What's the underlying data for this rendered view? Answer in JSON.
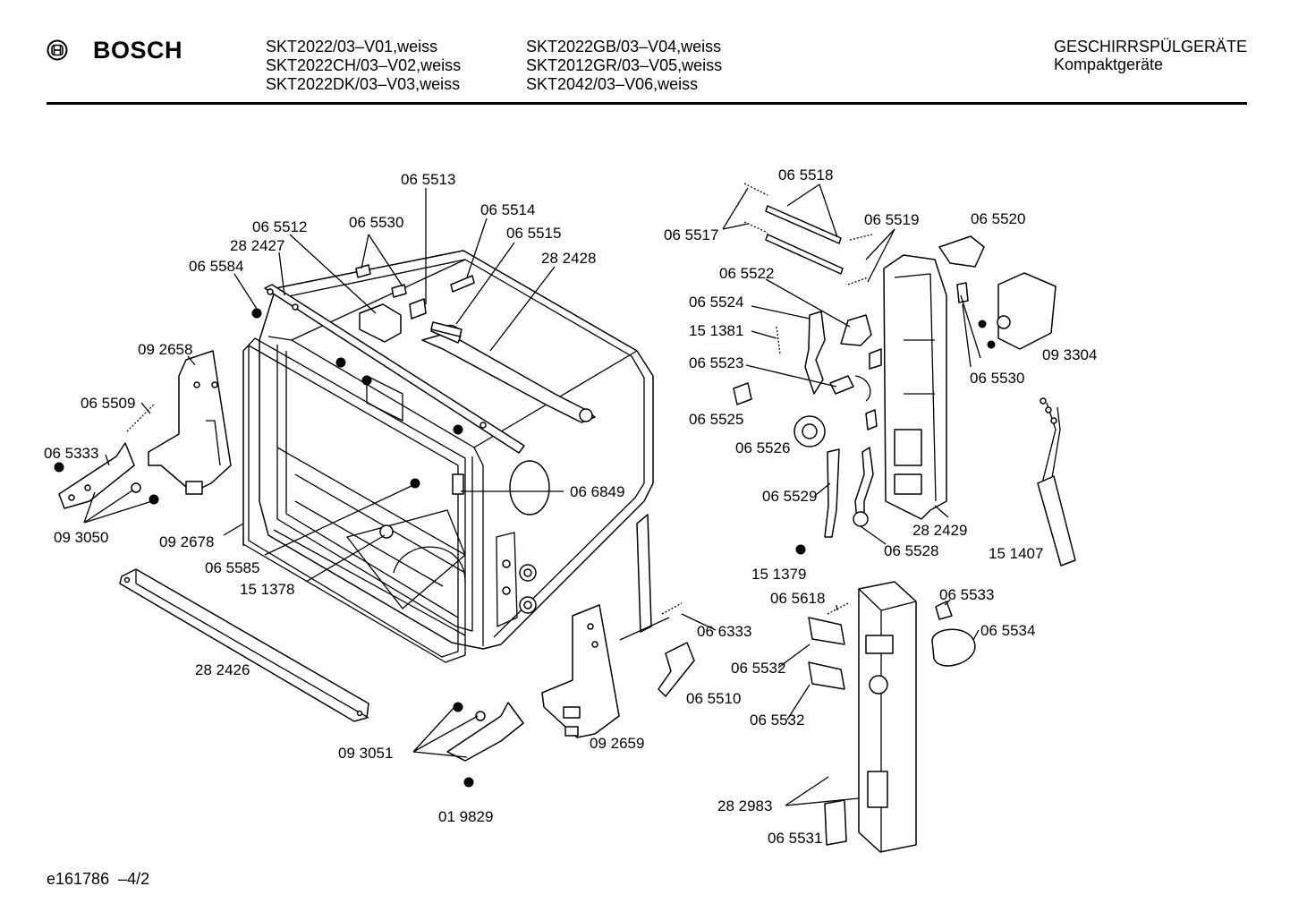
{
  "header": {
    "brand": "BOSCH",
    "models_col1": [
      "SKT2022/03–V01,weiss",
      "SKT2022CH/03–V02,weiss",
      "SKT2022DK/03–V03,weiss"
    ],
    "models_col2": [
      "SKT2022GB/03–V04,weiss",
      "SKT2012GR/03–V05,weiss",
      "SKT2042/03–V06,weiss"
    ],
    "category": "GESCHIRRSPÜLGERÄTE",
    "subcategory": "Kompaktgeräte"
  },
  "footer": {
    "doc_id": "e161786",
    "page": "–4/2"
  },
  "part_labels": [
    "06 5513",
    "06 5512",
    "06 5530",
    "06 5514",
    "06 5515",
    "28 2427",
    "06 5584",
    "28 2428",
    "09 2658",
    "06 5509",
    "06 5333",
    "09 3050",
    "09 2678",
    "06 5585",
    "15 1378",
    "06 6849",
    "28 2426",
    "09 3051",
    "01 9829",
    "06 6333",
    "06 5510",
    "09 2659",
    "06 5518",
    "06 5517",
    "06 5519",
    "06 5520",
    "06 5522",
    "06 5524",
    "15 1381",
    "06 5523",
    "06 5525",
    "06 5526",
    "09 3304",
    "06 5530",
    "06 5529",
    "15 1379",
    "06 5528",
    "28 2429",
    "15 1407",
    "06 5618",
    "06 5533",
    "06 5534",
    "06 5532",
    "06 5532",
    "28 2983",
    "06 5531"
  ]
}
